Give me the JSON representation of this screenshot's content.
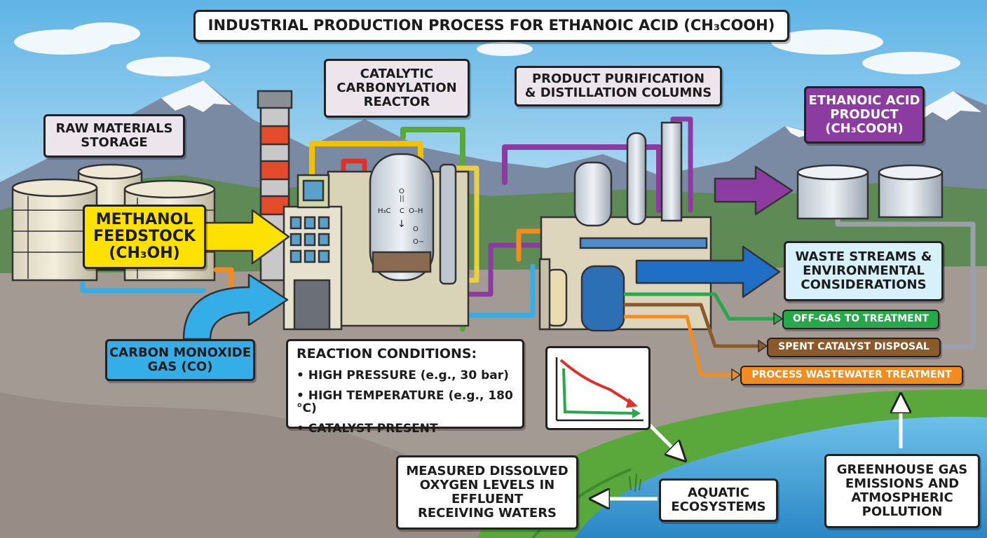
{
  "title": "INDUSTRIAL PRODUCTION PROCESS FOR ETHANOIC ACID (CH₃COOH)",
  "labels": {
    "raw_materials": [
      "RAW MATERIALS",
      "STORAGE"
    ],
    "methanol": [
      "METHANOL",
      "FEEDSTOCK",
      "(CH₃OH)"
    ],
    "carbon_monoxide": [
      "CARBON MONOXIDE",
      "GAS (CO)"
    ],
    "reactor": [
      "CATALYTIC",
      "CARBONYLATION",
      "REACTOR"
    ],
    "purification": [
      "PRODUCT PURIFICATION",
      "& DISTILLATION COLUMNS"
    ],
    "product": [
      "ETHANOIC ACID",
      "PRODUCT",
      "(CH₃COOH)"
    ],
    "waste_streams": [
      "WASTE STREAMS &",
      "ENVIRONMENTAL",
      "CONSIDERATIONS"
    ],
    "off_gas": "OFF-GAS TO TREATMENT",
    "spent_catalyst": "SPENT CATALYST DISPOSAL",
    "wastewater": "PROCESS WASTEWATER TREATMENT",
    "dissolved_oxygen": [
      "MEASURED DISSOLVED",
      "OXYGEN LEVELS IN",
      "EFFLUENT",
      "RECEIVING WATERS"
    ],
    "aquatic": [
      "AQUATIC",
      "ECOSYSTEMS"
    ],
    "greenhouse": [
      "GREENHOUSE GAS",
      "EMISSIONS AND",
      "ATMOSPHERIC",
      "POLLUTION"
    ]
  },
  "reaction_conditions": {
    "title": "REACTION CONDITIONS:",
    "items": [
      "• HIGH PRESSURE (e.g., 30 bar)",
      "• HIGH TEMPERATURE (e.g., 180 °C)",
      "• CATALYST PRESENT"
    ]
  },
  "molecule": {
    "o_top": "O",
    "bond_double": "||",
    "h3c": "H₃C",
    "c": "C",
    "oh": "O–H",
    "arrow": "↓",
    "o_bottom": "O",
    "o_minus": "O−"
  },
  "colors": {
    "sky": "#8fc9ea",
    "mountain": "#7b8aa3",
    "snow": "#f3f6fa",
    "ground": "#a49a94",
    "grass": "#5aa83c",
    "water": "#4aa6d6",
    "methanol": "#ffe100",
    "carbon_monoxide": "#35aee8",
    "product": "#8c3ca0",
    "waste": "#1f6fc6",
    "off_gas": "#27a84a",
    "spent_catalyst": "#8b5a2b",
    "wastewater": "#f28c1e",
    "chart_red": "#e0302a",
    "chart_green": "#27a84a"
  }
}
